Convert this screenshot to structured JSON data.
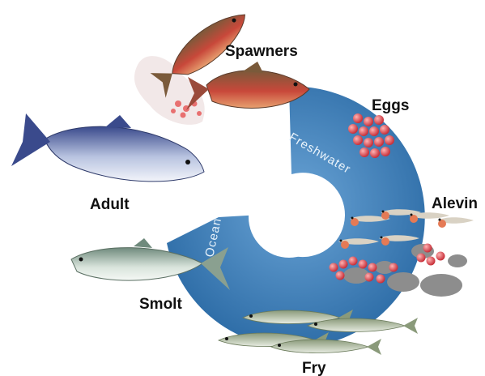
{
  "stages": {
    "spawners": "Spawners",
    "eggs": "Eggs",
    "alevin": "Alevin",
    "fry": "Fry",
    "smolt": "Smolt",
    "adult": "Adult"
  },
  "ring": {
    "freshwater": "Freshwater",
    "ocean": "Ocean"
  },
  "colors": {
    "ring": "#3f7fb8",
    "ring_light": "#5f9bcf",
    "egg": "#e0444e"
  }
}
